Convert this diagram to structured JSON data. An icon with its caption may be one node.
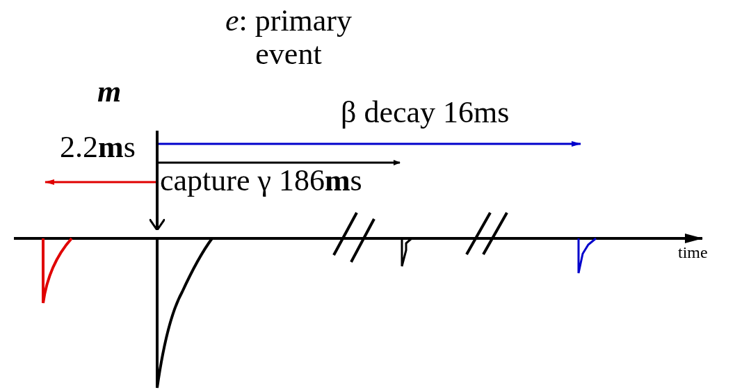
{
  "diagram": {
    "labels": [
      "*e*: primary event",
      "m",
      "β decay  16ms",
      "2.2**m**s",
      "capture γ  186**m**s",
      "time"
    ]
  }
}
